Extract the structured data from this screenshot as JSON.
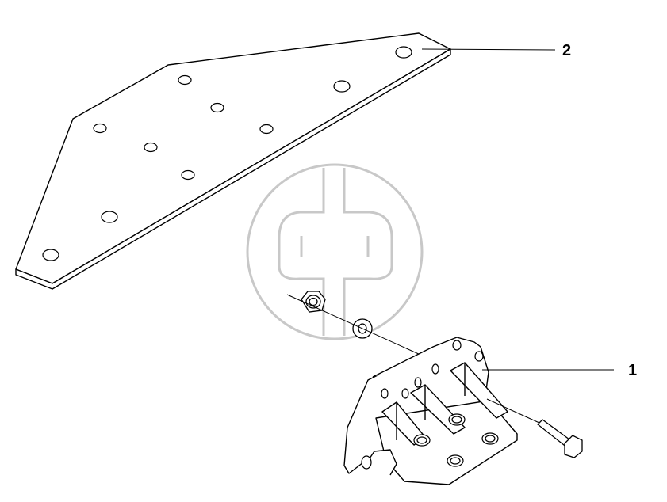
{
  "callouts": {
    "part_1": "1",
    "part_2": "2"
  },
  "colors": {
    "line": "#000000",
    "watermark": "#c8c8c8",
    "background": "#ffffff"
  },
  "watermark": {
    "kind": "logo"
  }
}
